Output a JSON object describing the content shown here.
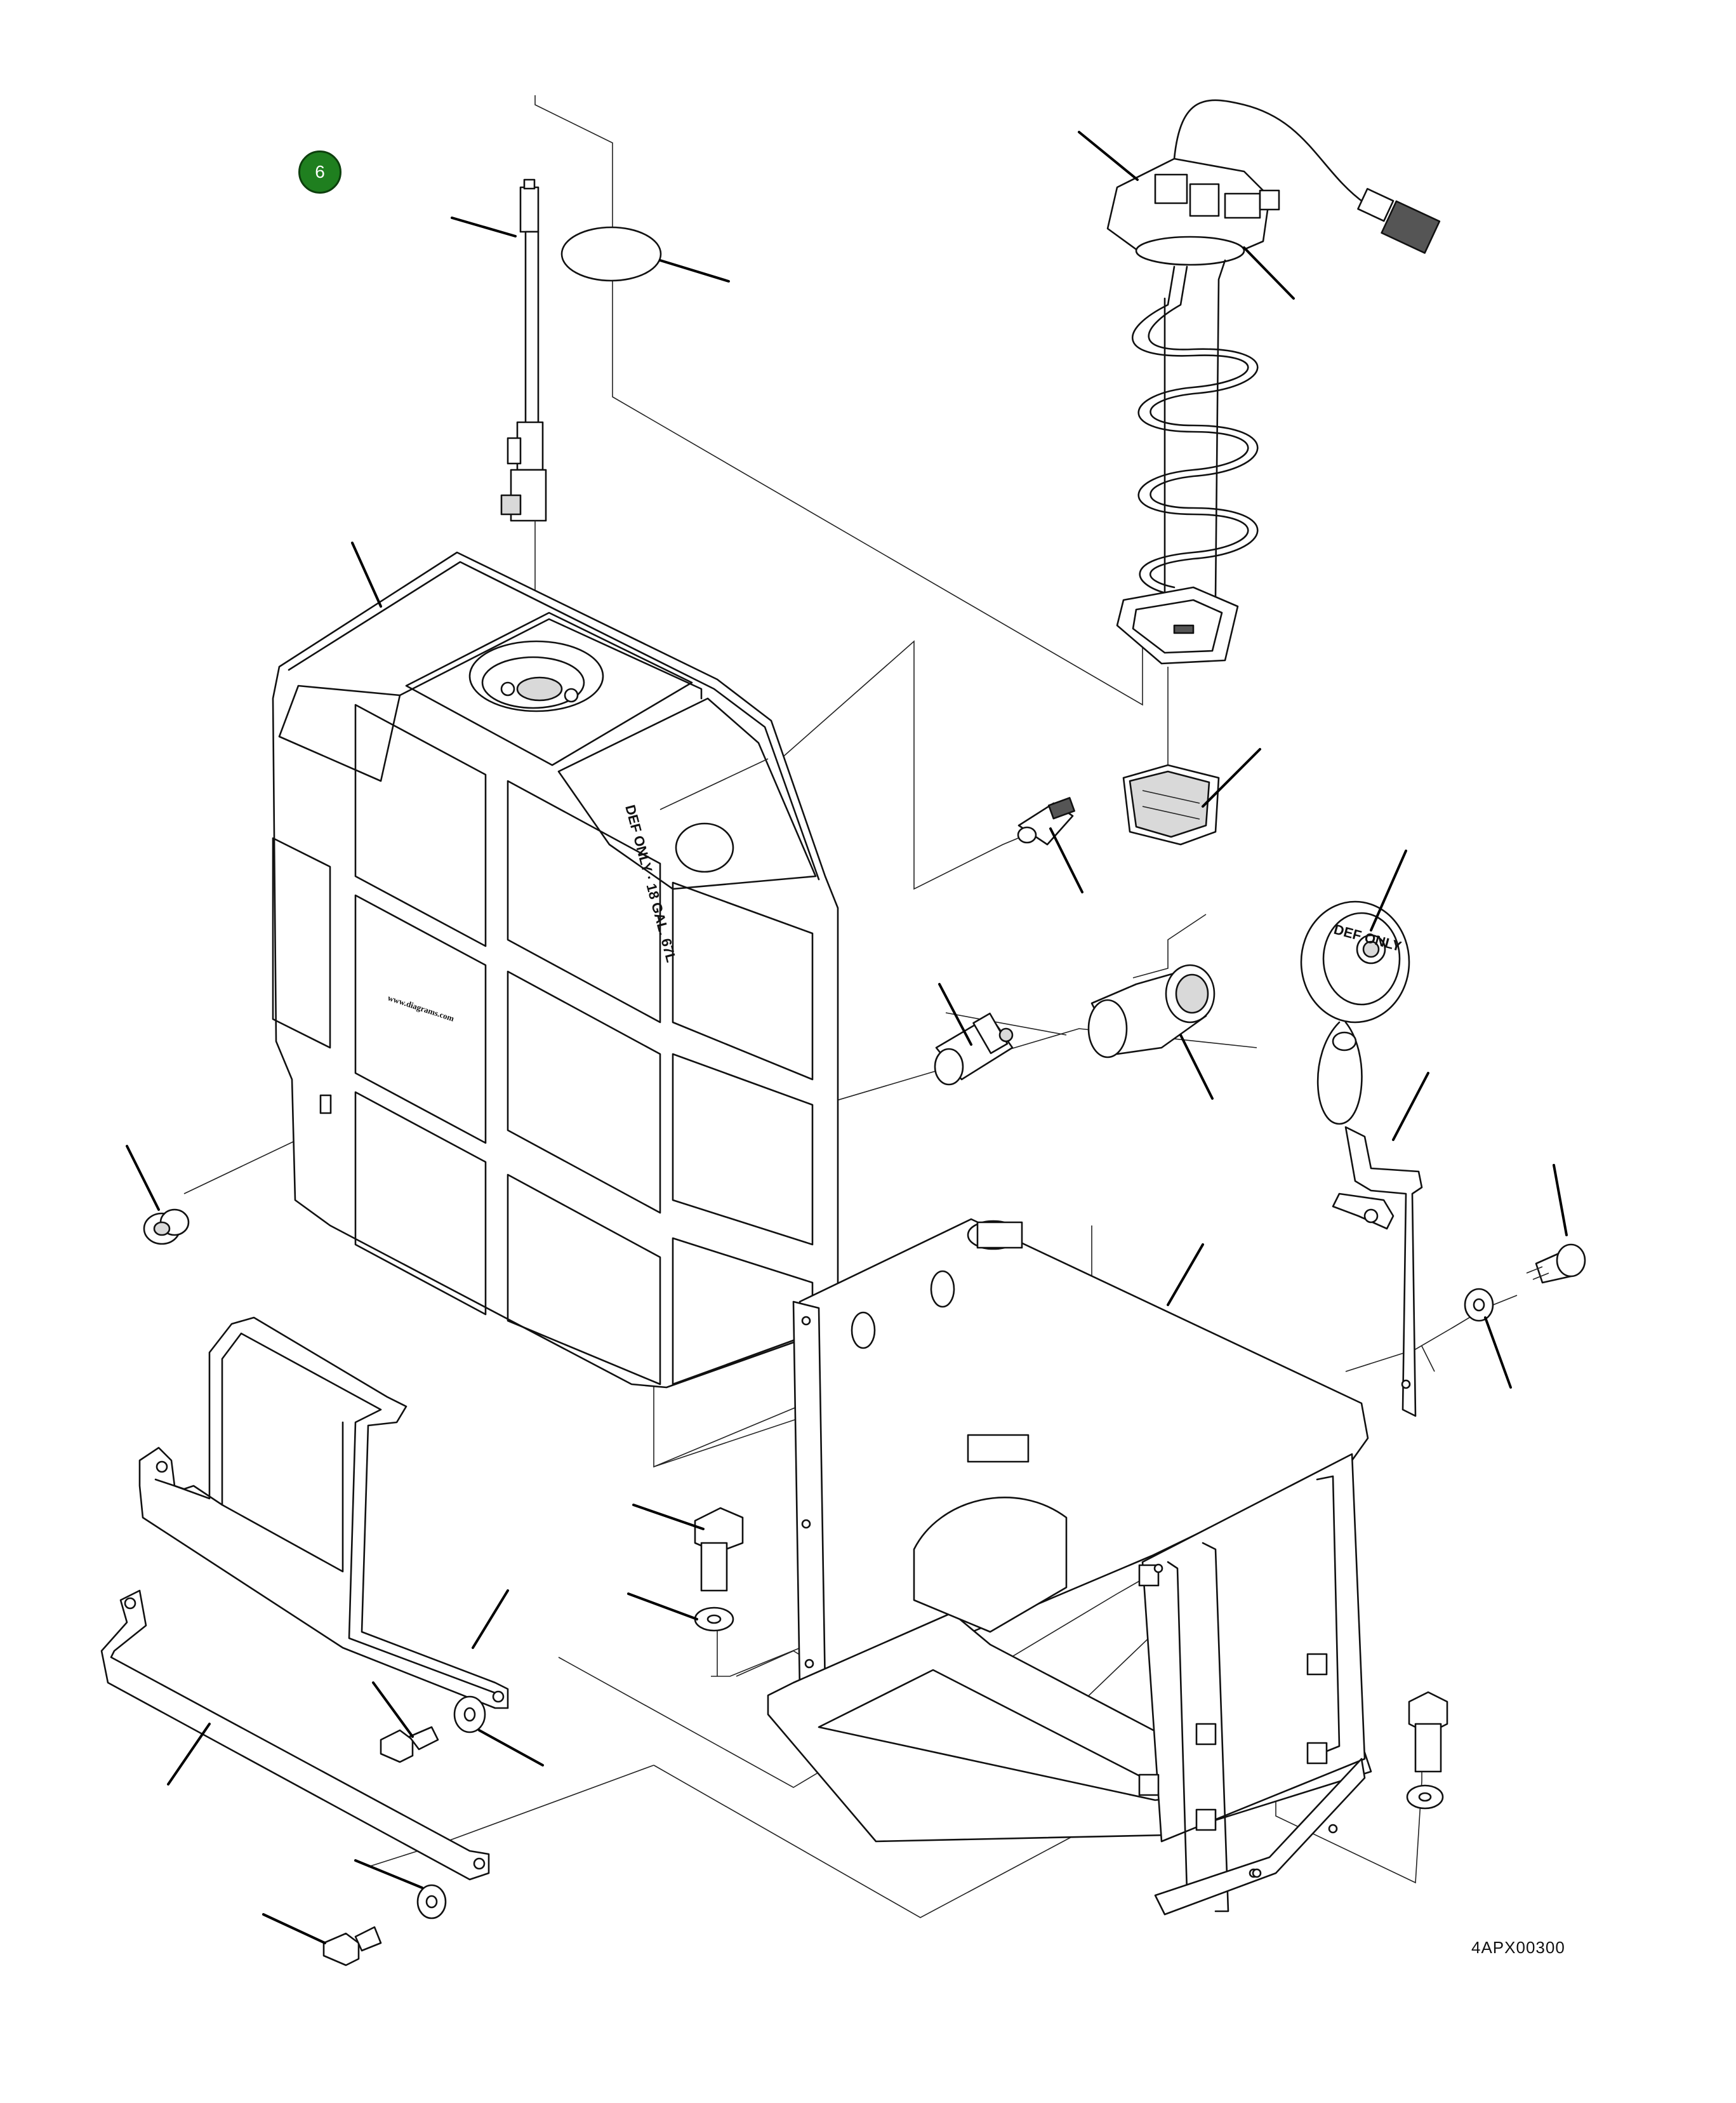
{
  "diagram": {
    "callout_number": "6",
    "drawing_code": "4APX00300",
    "tank_marking": "DEF ONLY · 18 GAL. 67L",
    "cap_marking": "DEF ONLY",
    "site_marking": "www.diagrams.com",
    "colors": {
      "callout_fill": "#1f7f1f",
      "line": "#111111",
      "background": "#ffffff"
    }
  }
}
